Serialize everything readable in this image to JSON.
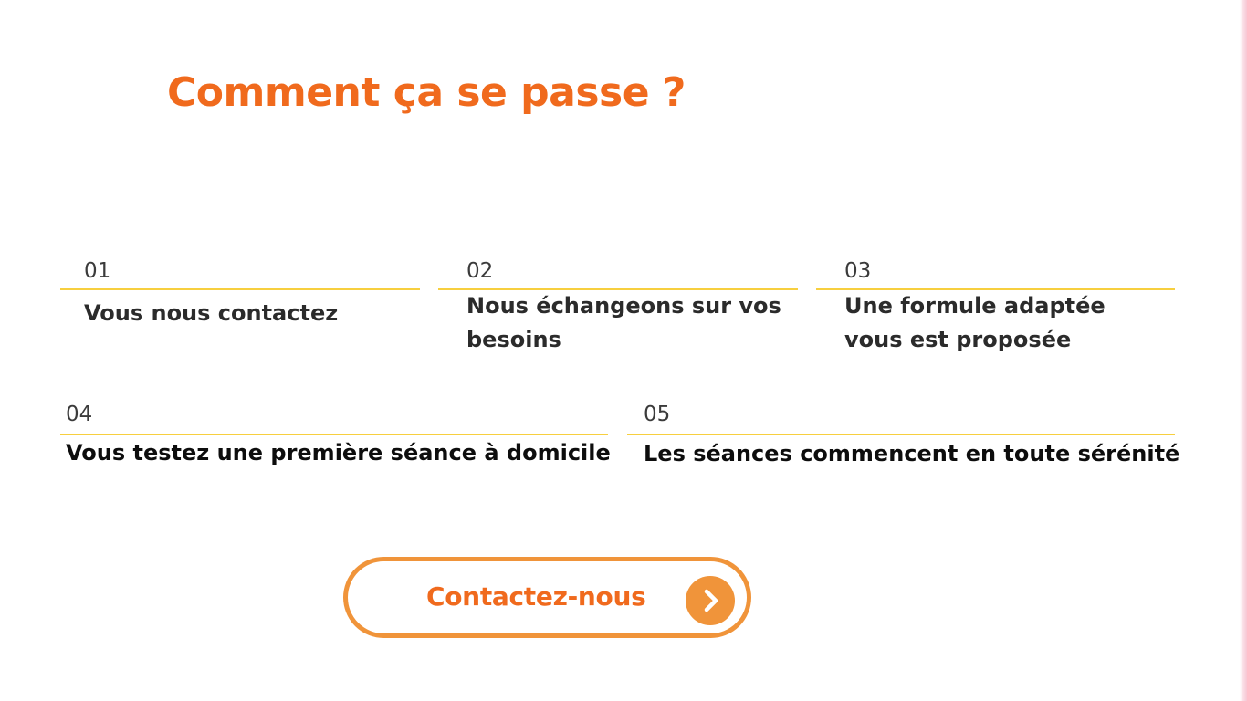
{
  "section": {
    "title": "Comment ça se passe ?"
  },
  "steps": [
    {
      "number": "01",
      "text": "Vous nous contactez"
    },
    {
      "number": "02",
      "text": "Nous échangeons sur vos besoins"
    },
    {
      "number": "03",
      "text": "Une formule adaptée vous est proposée"
    },
    {
      "number": "04",
      "text": "Vous testez une première séance à domicile"
    },
    {
      "number": "05",
      "text": "Les séances commencent en toute sérénité"
    }
  ],
  "cta": {
    "label": "Contactez-nous",
    "icon": "chevron-right-icon"
  },
  "colors": {
    "accent_orange": "#f06a1d",
    "button_border": "#f0943a",
    "divider_yellow": "#f7cf3f",
    "text_dark": "#2b2b2b"
  }
}
